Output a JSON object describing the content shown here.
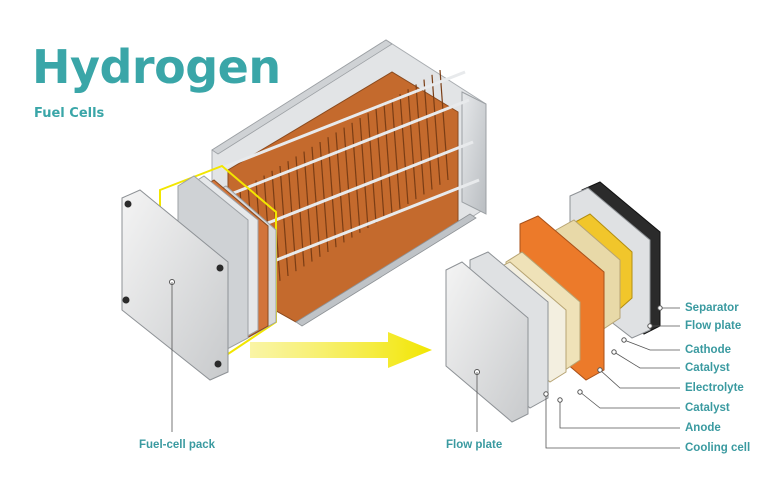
{
  "title": "Hydrogen",
  "subtitle": "Fuel Cells",
  "labels": {
    "fuel_cell_pack": "Fuel-cell pack",
    "flow_plate_front": "Flow plate",
    "layers": [
      "Separator",
      "Flow plate",
      "Cathode",
      "Catalyst",
      "Electrolyte",
      "Catalyst",
      "Anode",
      "Cooling cell"
    ]
  },
  "colors": {
    "accent": "#3aa6a8",
    "highlight": "#f2e600",
    "copper": "#d9722e",
    "orange_layer": "#ec7a2a",
    "cream_layer": "#efe2b8",
    "gold_layer": "#f1c62b",
    "dark_layer": "#2b2b2b",
    "steel": "#c9cccf"
  }
}
